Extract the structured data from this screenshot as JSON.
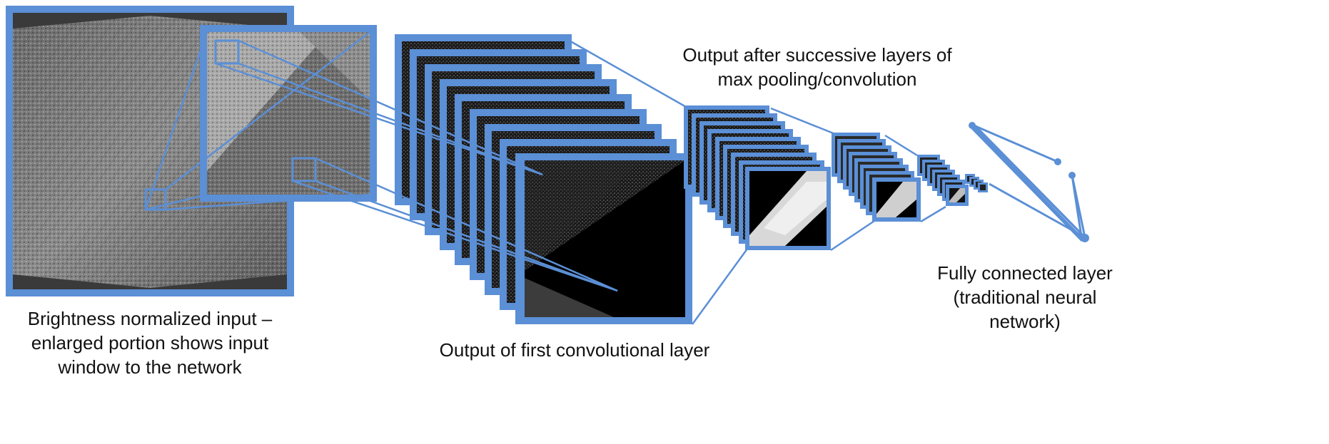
{
  "colors": {
    "frame_blue": "#5b8fd6",
    "line_blue": "#5b8fd6",
    "text": "#111111",
    "background": "#ffffff"
  },
  "captions": {
    "input": {
      "line1": "Brightness normalized input –",
      "line2": "enlarged portion shows input",
      "line3": "window to the network"
    },
    "first_conv": {
      "line1": "Output of first convolutional layer"
    },
    "pooling": {
      "line1": "Output after successive layers of",
      "line2": "max pooling/convolution"
    },
    "fully_connected": {
      "line1": "Fully connected layer",
      "line2": "(traditional neural",
      "line3": "network)"
    }
  }
}
